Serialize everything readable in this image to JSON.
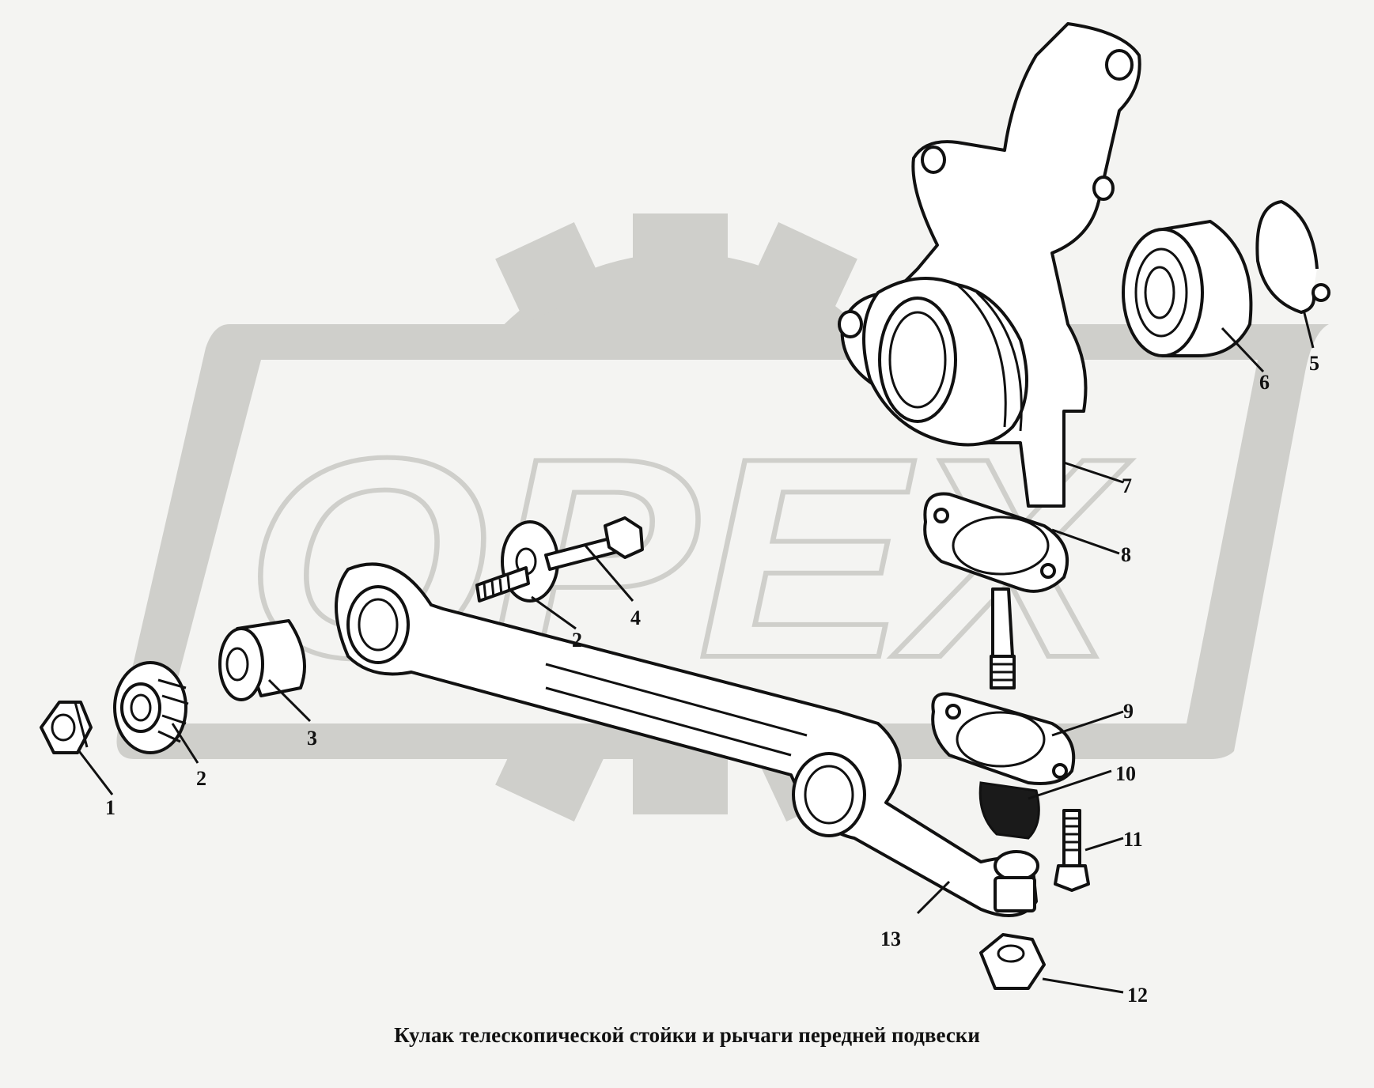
{
  "caption": "Кулак телескопической стойки и рычаги передней подвески",
  "watermark": "OPEX",
  "callouts": [
    "1",
    "2",
    "3",
    "4",
    "2",
    "5",
    "6",
    "7",
    "8",
    "9",
    "10",
    "11",
    "13",
    "12"
  ]
}
